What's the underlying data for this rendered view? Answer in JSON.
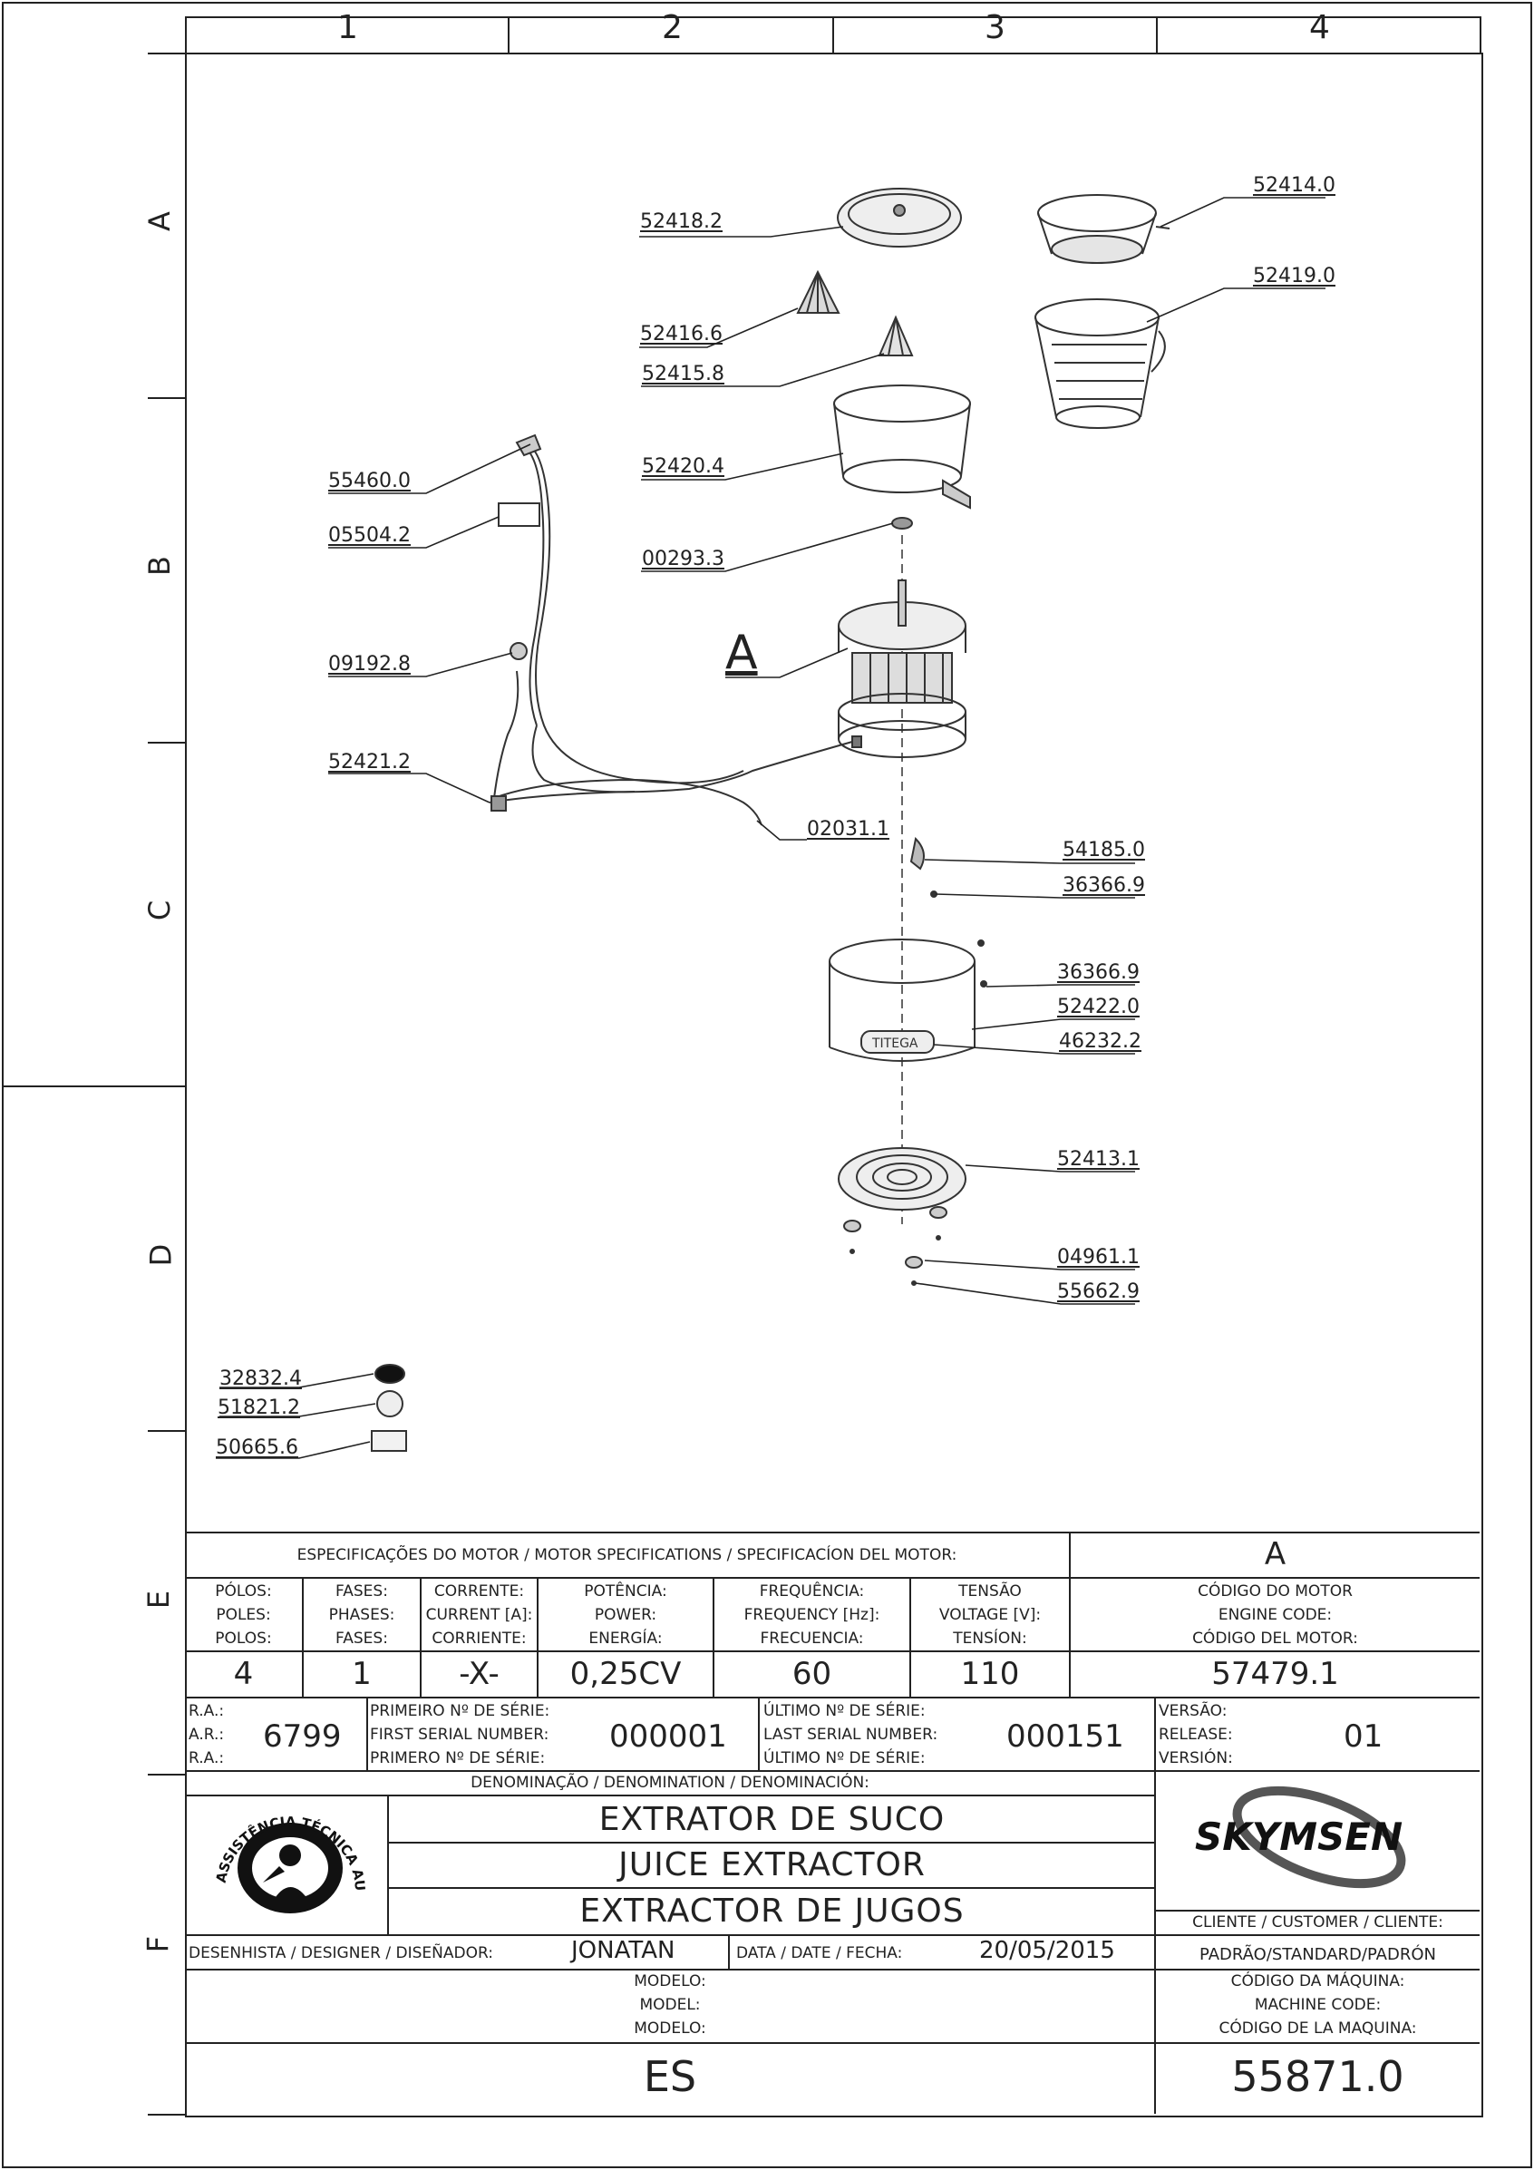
{
  "grid": {
    "columns": [
      "1",
      "2",
      "3",
      "4"
    ],
    "rows": [
      "A",
      "B",
      "C",
      "D",
      "E",
      "F"
    ]
  },
  "parts": {
    "p52418": "52418.2",
    "p52416": "52416.6",
    "p52415": "52415.8",
    "p52420": "52420.4",
    "p00293": "00293.3",
    "assemblyA": "A",
    "p52414": "52414.0",
    "p52419": "52419.0",
    "p55460": "55460.0",
    "p05504": "05504.2",
    "p09192": "09192.8",
    "p52421": "52421.2",
    "p02031": "02031.1",
    "p54185": "54185.0",
    "p36366a": "36366.9",
    "p36366b": "36366.9",
    "p52422": "52422.0",
    "p46232": "46232.2",
    "p52413": "52413.1",
    "p04961": "04961.1",
    "p55662": "55662.9",
    "p32832": "32832.4",
    "p51821": "51821.2",
    "p50665": "50665.6",
    "brand_plate": "TITEGA"
  },
  "motor": {
    "header": "ESPECIFICAÇÕES DO MOTOR / MOTOR SPECIFICATIONS / SPECIFICACÍON DEL MOTOR:",
    "assembly": "A",
    "poles_lbl": [
      "PÓLOS:",
      "POLES:",
      "POLOS:"
    ],
    "phases_lbl": [
      "FASES:",
      "PHASES:",
      "FASES:"
    ],
    "current_lbl": [
      "CORRENTE:",
      "CURRENT [A]:",
      "CORRIENTE:"
    ],
    "power_lbl": [
      "POTÊNCIA:",
      "POWER:",
      "ENERGÍA:"
    ],
    "freq_lbl": [
      "FREQUÊNCIA:",
      "FREQUENCY [Hz]:",
      "FRECUENCIA:"
    ],
    "voltage_lbl": [
      "TENSÃO",
      "VOLTAGE [V]:",
      "TENSÍON:"
    ],
    "code_lbl": [
      "CÓDIGO DO MOTOR",
      "ENGINE CODE:",
      "CÓDIGO DEL MOTOR:"
    ],
    "poles": "4",
    "phases": "1",
    "current": "-X-",
    "power": "0,25CV",
    "freq": "60",
    "voltage": "110",
    "code": "57479.1"
  },
  "serial": {
    "ra_lbl": [
      "R.A.:",
      "A.R.:",
      "R.A.:"
    ],
    "ra": "6799",
    "first_lbl": [
      "PRIMEIRO Nº DE SÉRIE:",
      "FIRST SERIAL NUMBER:",
      "PRIMERO Nº DE SÉRIE:"
    ],
    "first": "000001",
    "last_lbl": [
      "ÚLTIMO Nº DE SÉRIE:",
      "LAST SERIAL NUMBER:",
      "ÚLTIMO Nº DE SÉRIE:"
    ],
    "last": "000151",
    "release_lbl": [
      "VERSÃO:",
      "RELEASE:",
      "VERSIÓN:"
    ],
    "release": "01"
  },
  "denomination": {
    "header": "DENOMINAÇÃO / DENOMINATION / DENOMINACIÓN:",
    "pt": "EXTRATOR DE SUCO",
    "en": "JUICE EXTRACTOR",
    "es": "EXTRACTOR DE JUGOS",
    "seal_text": "ASSISTÊNCIA TÉCNICA AUTORIZADA",
    "brand": "SKYMSEN",
    "customer_lbl": "CLIENTE / CUSTOMER / CLIENTE:",
    "customer": "PADRÃO/STANDARD/PADRÓN"
  },
  "designer": {
    "lbl": "DESENHISTA / DESIGNER / DISEÑADOR:",
    "name": "JONATAN",
    "date_lbl": "DATA / DATE / FECHA:",
    "date": "20/05/2015"
  },
  "model": {
    "lbl": [
      "MODELO:",
      "MODEL:",
      "MODELO:"
    ],
    "value": "ES",
    "code_lbl": [
      "CÓDIGO DA MÁQUINA:",
      "MACHINE CODE:",
      "CÓDIGO DE LA MAQUINA:"
    ],
    "code": "55871.0"
  }
}
